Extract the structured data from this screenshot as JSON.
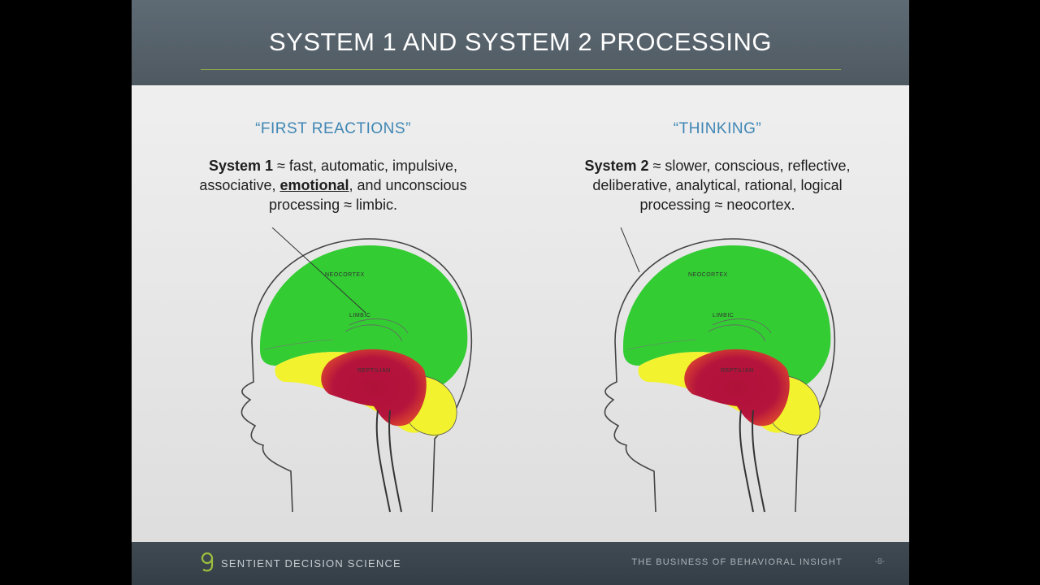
{
  "slide": {
    "title": "SYSTEM 1 AND SYSTEM 2 PROCESSING"
  },
  "left": {
    "heading": "“FIRST REACTIONS”",
    "system_label": "System 1",
    "line1_rest": " ≈ fast, automatic, impulsive,",
    "line2_pre": "associative, ",
    "line2_emph": "emotional",
    "line2_post": ", and unconscious",
    "line3": "processing ≈ limbic."
  },
  "right": {
    "heading": "“THINKING”",
    "system_label": "System 2",
    "line1_rest": " ≈ slower, conscious, reflective,",
    "line2": "deliberative, analytical, rational, logical",
    "line3": "processing ≈ neocortex."
  },
  "brain_labels": {
    "neocortex": "NEOCORTEX",
    "limbic": "LIMBIC",
    "reptilian": "REPTILIAN"
  },
  "footer": {
    "brand": "SENTIENT DECISION SCIENCE",
    "tagline": "THE BUSINESS OF BEHAVIORAL INSIGHT",
    "page": "-8-"
  },
  "colors": {
    "header": "#56626b",
    "heading": "#3f86b4",
    "neocortex": "#33cc33",
    "limbic": "#f2f22e",
    "reptilian": "#b0113a"
  }
}
